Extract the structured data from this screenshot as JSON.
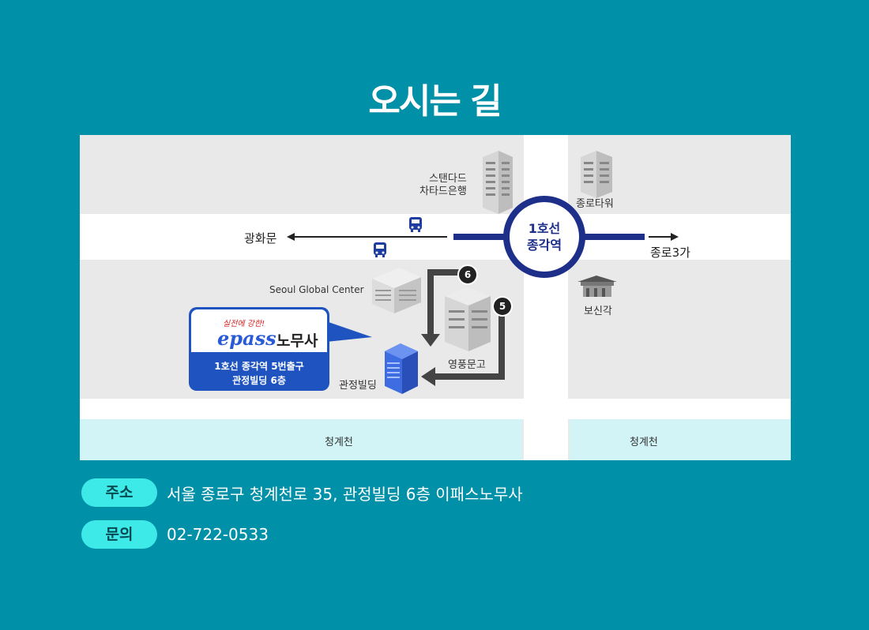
{
  "page_title": "오시는 길",
  "map": {
    "labels": {
      "standard_bank": "스탠다드\n차타드은행",
      "jongno_tower": "종로타워",
      "gwanghwamun": "광화문",
      "jongno3ga": "종로3가",
      "station_line": "1호선",
      "station_name": "종각역",
      "seoul_global_center": "Seoul Global Center",
      "bosingak": "보신각",
      "youngpoong": "영풍문고",
      "gwanjeong": "관정빌딩",
      "cheonggyecheon_left": "청계천",
      "cheonggyecheon_right": "청계천",
      "exit_6": "6",
      "exit_5": "5"
    },
    "callout": {
      "slogan": "실전에 강한!",
      "brand_e": "epass",
      "brand_name": "노무사",
      "line1": "1호선 종각역 5번출구",
      "line2": "관정빌딩 6층"
    },
    "colors": {
      "road": "#ffffff",
      "block": "#e9e9e9",
      "stream": "#d2f4f6",
      "line1": "#1e2f8a",
      "callout": "#1f54c0"
    }
  },
  "info": {
    "address_label": "주소",
    "address": "서울 종로구 청계천로 35, 관정빌딩 6층 이패스노무사",
    "contact_label": "문의",
    "phone": "02-722-0533"
  },
  "colors": {
    "background": "#0090a8",
    "pill": "#3eeae8"
  }
}
